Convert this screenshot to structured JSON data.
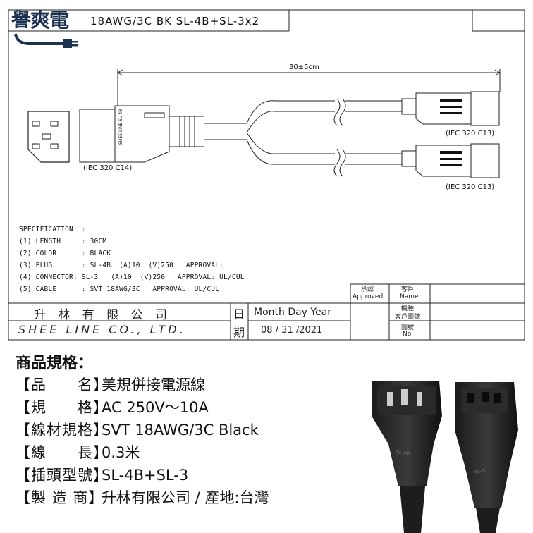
{
  "drawing": {
    "logo_text": "譽爽電",
    "title": "18AWG/3C  BK  SL-4B+SL-3x2",
    "dimension": "30±5cm",
    "plug_label": "(IEC 320 C14)",
    "connector_label_1": "(IEC 320 C13)",
    "connector_label_2": "(IEC 320 C13)",
    "plug_mold_text": "SHEE LINE SL-4B",
    "spec": {
      "heading": "SPECIFICATION  :",
      "lines": [
        "(1) LENGTH     : 30CM",
        "(2) COLOR      : BLACK",
        "(3) PLUG       : SL-4B  (A)10  (V)250   APPROVAL:",
        "(4) CONNECTOR: SL-3   (A)10  (V)250   APPROVAL: UL/CUL",
        "(5) CABLE      : SVT 18AWG/3C   APPROVAL: UL/CUL"
      ]
    },
    "title_block": {
      "company_cn": "升 林 有 限 公 司",
      "company_en": "SHEE LINE CO., LTD.",
      "date_label_1": "日",
      "date_label_2": "期",
      "date_header": "Month Day Year",
      "date_value": "08 / 31 /2021",
      "approved_cn": "承認",
      "approved_en": "Approved",
      "customer_cn": "客戶",
      "customer_en": "Name",
      "model_cn": "機種",
      "customer_drawing": "客戶圖號",
      "drawing_no_cn": "圖號",
      "drawing_no_en": "No."
    }
  },
  "product": {
    "heading": "商品規格：",
    "rows": [
      {
        "key": "【品　　名】",
        "value": "美規併接電源線"
      },
      {
        "key": "【規　　格】",
        "value": "AC 250V～10A"
      },
      {
        "key": "【線材規格】",
        "value": "SVT 18AWG/3C Black"
      },
      {
        "key": "【線　　長】",
        "value": "0.3米"
      },
      {
        "key": "【插頭型號】",
        "value": "SL-4B+SL-3"
      },
      {
        "key": "【製 造 商】",
        "value": "升林有限公司 / 產地:台灣"
      }
    ]
  },
  "photo": {
    "male_label": "SL-4B",
    "female_label": "SL-3"
  }
}
